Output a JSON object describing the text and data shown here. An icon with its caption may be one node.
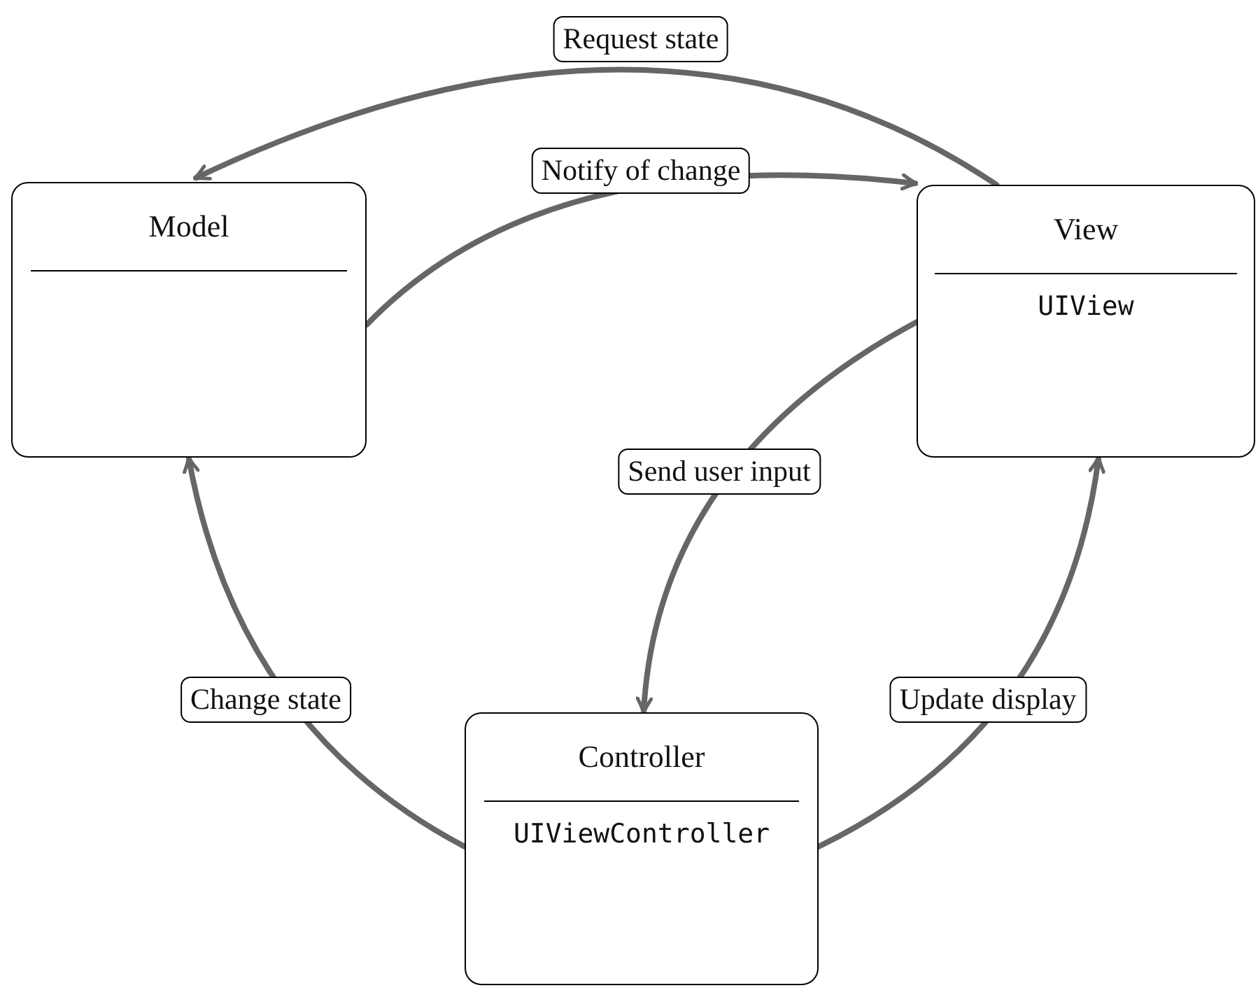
{
  "diagram": {
    "nodes": [
      {
        "text": [
          "Model"
        ]
      },
      {
        "text": [
          "View",
          "UIView"
        ]
      },
      {
        "text": [
          "Controller",
          "UIViewController"
        ]
      }
    ],
    "edges": [
      {
        "from": 1,
        "to": 0,
        "arrow": "to",
        "label": "Request state"
      },
      {
        "from": 0,
        "to": 1,
        "arrow": "to",
        "label": "Notify of change"
      },
      {
        "from": 1,
        "to": 2,
        "arrow": "to",
        "label": "Send user input"
      },
      {
        "from": 2,
        "to": 0,
        "arrow": "to",
        "label": "Change state"
      },
      {
        "from": 2,
        "to": 1,
        "arrow": "to",
        "label": "Update display"
      }
    ]
  }
}
